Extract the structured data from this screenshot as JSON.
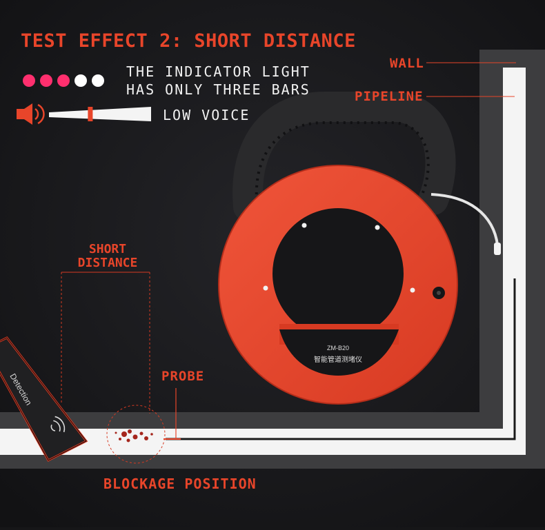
{
  "title": "TEST EFFECT 2: SHORT DISTANCE",
  "indicator_text_line1": "THE INDICATOR LIGHT",
  "indicator_text_line2": "HAS ONLY THREE BARS",
  "indicator_lights": {
    "total": 5,
    "lit": 3
  },
  "volume_text": "LOW VOICE",
  "volume_level": 0.4,
  "label_wall": "WALL",
  "label_pipeline": "PIPELINE",
  "label_short_line1": "SHORT",
  "label_short_line2": "DISTANCE",
  "label_probe": "PROBE",
  "label_blockage": "BLOCKAGE POSITION",
  "device_model": "ZM-B20",
  "device_name": "智能管道测堵仪",
  "detector_label": "Detection",
  "colors": {
    "accent_red": "#e8452a",
    "light_pink": "#ff2f6e",
    "light_off": "#ffffff",
    "wall_gray": "#3d3d3f",
    "reel_red": "#e8452a",
    "background": "#161618"
  }
}
